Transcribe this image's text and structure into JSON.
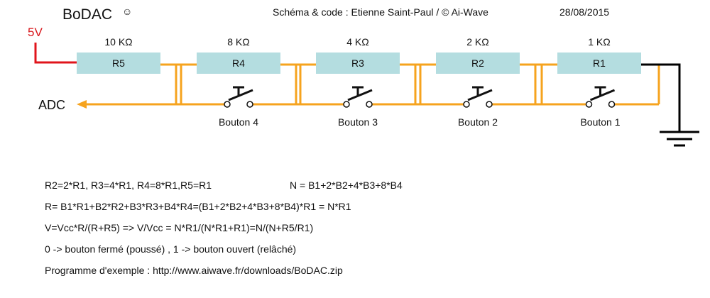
{
  "header": {
    "title": "BoDAC",
    "title_icon": "☺",
    "credit": "Schéma & code : Etienne Saint-Paul / © Ai-Wave",
    "date": "28/08/2015"
  },
  "circuit": {
    "supply_label": "5V",
    "output_label": "ADC",
    "resistors": [
      {
        "name": "R5",
        "value": "10 KΩ"
      },
      {
        "name": "R4",
        "value": "8 KΩ"
      },
      {
        "name": "R3",
        "value": "4 KΩ"
      },
      {
        "name": "R2",
        "value": "2 KΩ"
      },
      {
        "name": "R1",
        "value": "1 KΩ"
      }
    ],
    "buttons": [
      "Bouton 4",
      "Bouton 3",
      "Bouton 2",
      "Bouton 1"
    ],
    "colors": {
      "wire": "#f6a31e",
      "supply": "#e0141b",
      "ground": "#000000",
      "resistor_fill": "#b4dde0",
      "switch": "#111111"
    }
  },
  "formulas": {
    "ratios": "R2=2*R1, R3=4*R1, R4=8*R1,R5=R1",
    "n_def": "N = B1+2*B2+4*B3+8*B4",
    "r_equiv": "R= B1*R1+B2*R2+B3*R3+B4*R4=(B1+2*B2+4*B3+8*B4)*R1 = N*R1",
    "voltage": "V=Vcc*R/(R+R5) => V/Vcc = N*R1/(N*R1+R1)=N/(N+R5/R1)",
    "states": "0 -> bouton fermé (poussé) , 1 -> bouton ouvert (relâché)",
    "program": "Programme d'exemple : http://www.aiwave.fr/downloads/BoDAC.zip"
  }
}
